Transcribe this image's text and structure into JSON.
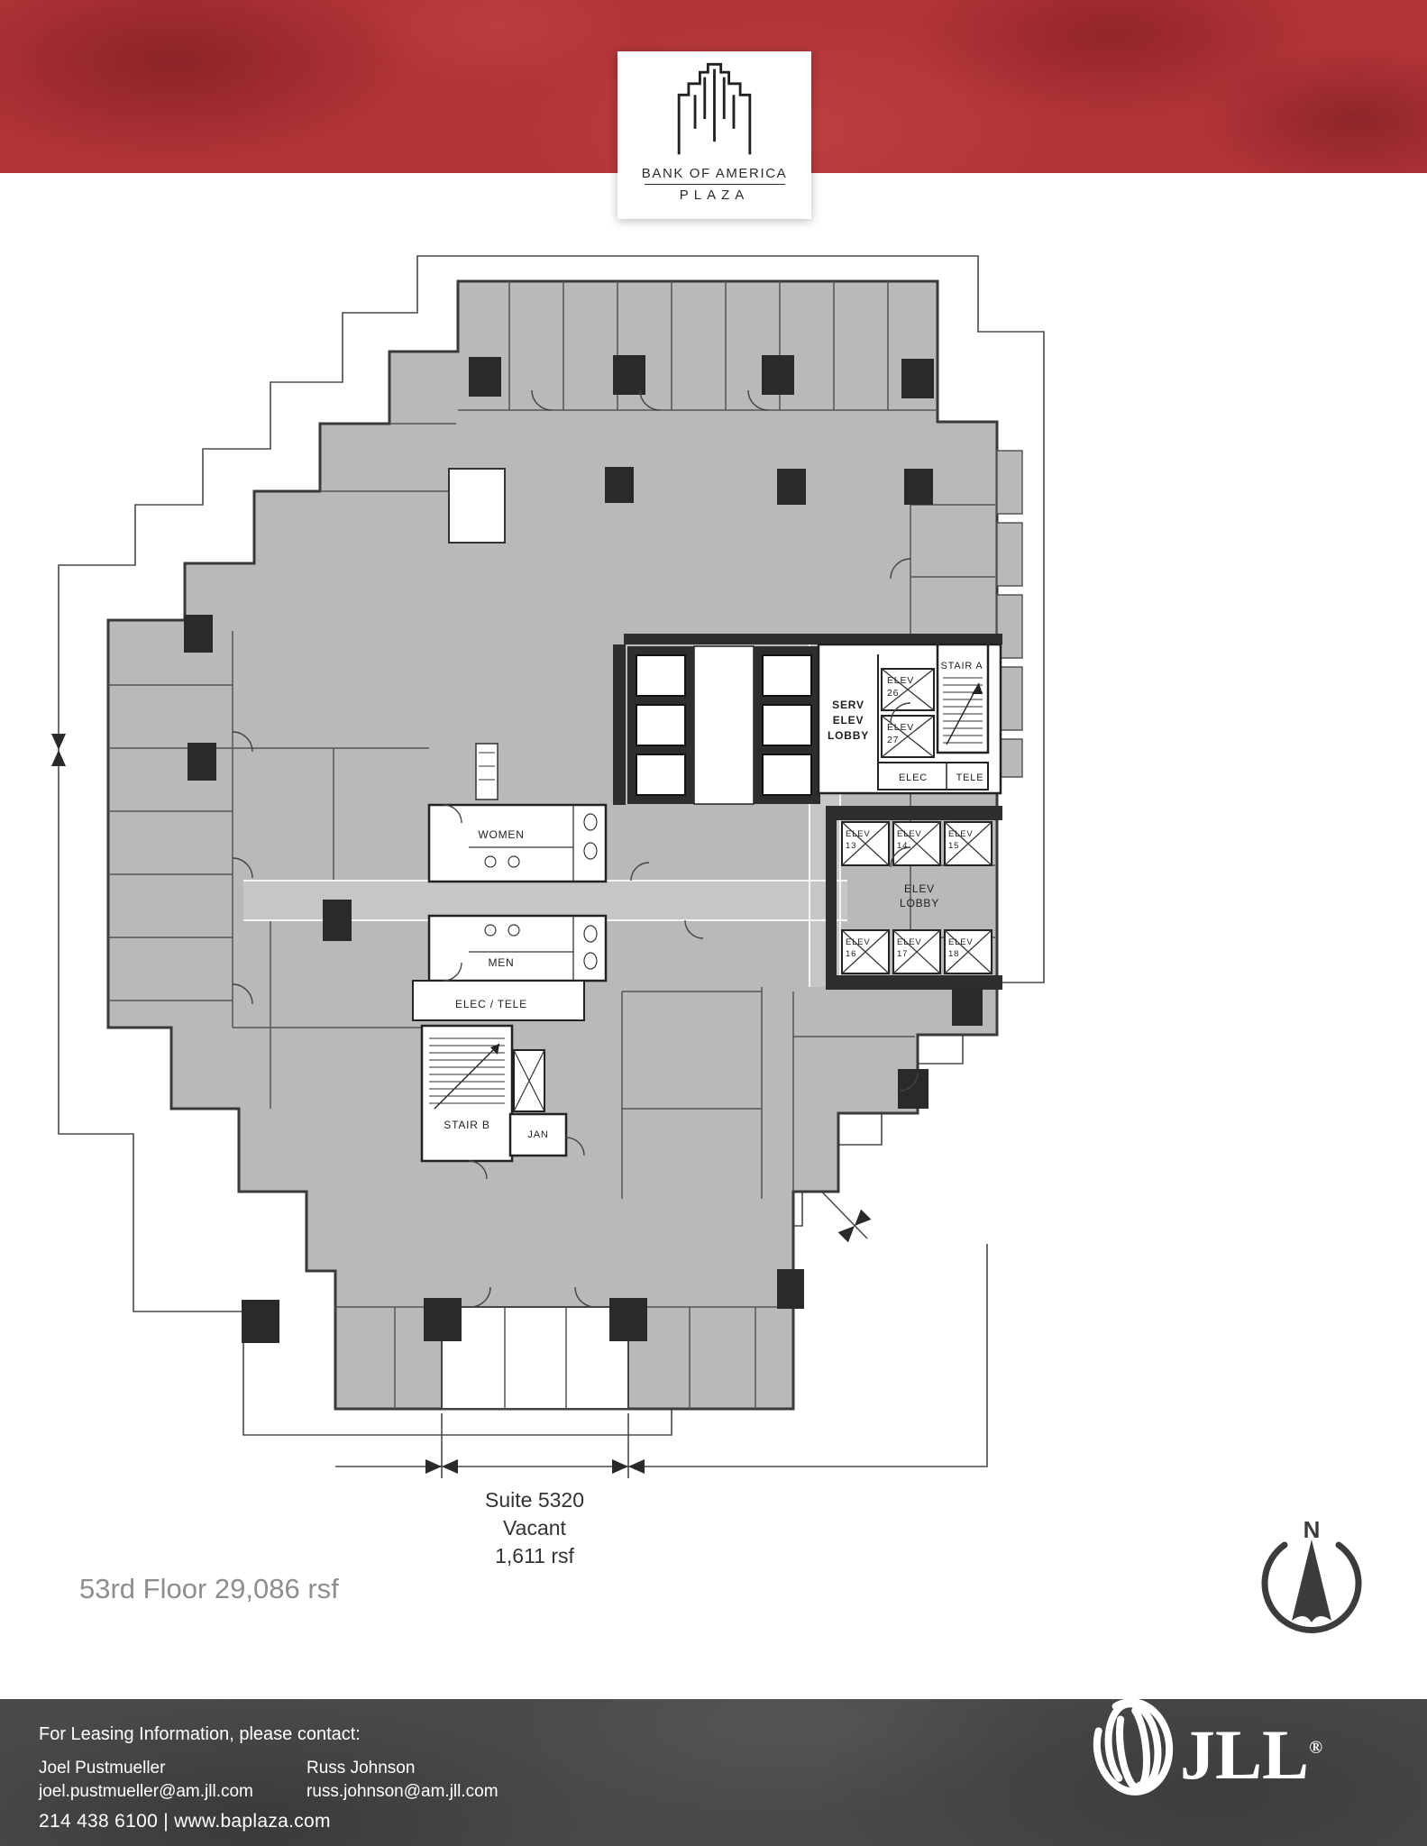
{
  "header": {
    "logo_building_name": "BANK OF AMERICA",
    "logo_building_sub": "PLAZA"
  },
  "plan": {
    "floor_label": "53rd Floor 29,086 rsf",
    "compass": "N",
    "suite": {
      "name": "Suite 5320",
      "status": "Vacant",
      "area": "1,611 rsf"
    },
    "elev_word": "ELEV",
    "elevator_numbers": [
      "26",
      "27",
      "13",
      "14",
      "15",
      "16",
      "17",
      "18"
    ],
    "serv_lobby": [
      "SERV",
      "ELEV",
      "LOBBY"
    ],
    "elev_lobby": [
      "ELEV",
      "LOBBY"
    ],
    "rooms": {
      "stair_a": "STAIR A",
      "stair_b": "STAIR B",
      "women": "WOMEN",
      "men": "MEN",
      "elec": "ELEC",
      "tele": "TELE",
      "elec_tele": "ELEC / TELE",
      "jan": "JAN"
    }
  },
  "footer": {
    "lead": "For Leasing Information, please contact:",
    "contact1_name": "Joel Pustmueller",
    "contact1_email": "joel.pustmueller@am.jll.com",
    "contact2_name": "Russ Johnson",
    "contact2_email": "russ.johnson@am.jll.com",
    "phone_web": "214 438 6100  |  www.baplaza.com",
    "brand": "JLL",
    "brand_reg": "®"
  },
  "colors": {
    "banner_red": "#b23438",
    "plate_gray": "#b9b9b9",
    "corridor_gray": "#c6c6c6",
    "footer_charcoal": "#4a4a4a",
    "wall_dark": "#2e2e2e"
  }
}
